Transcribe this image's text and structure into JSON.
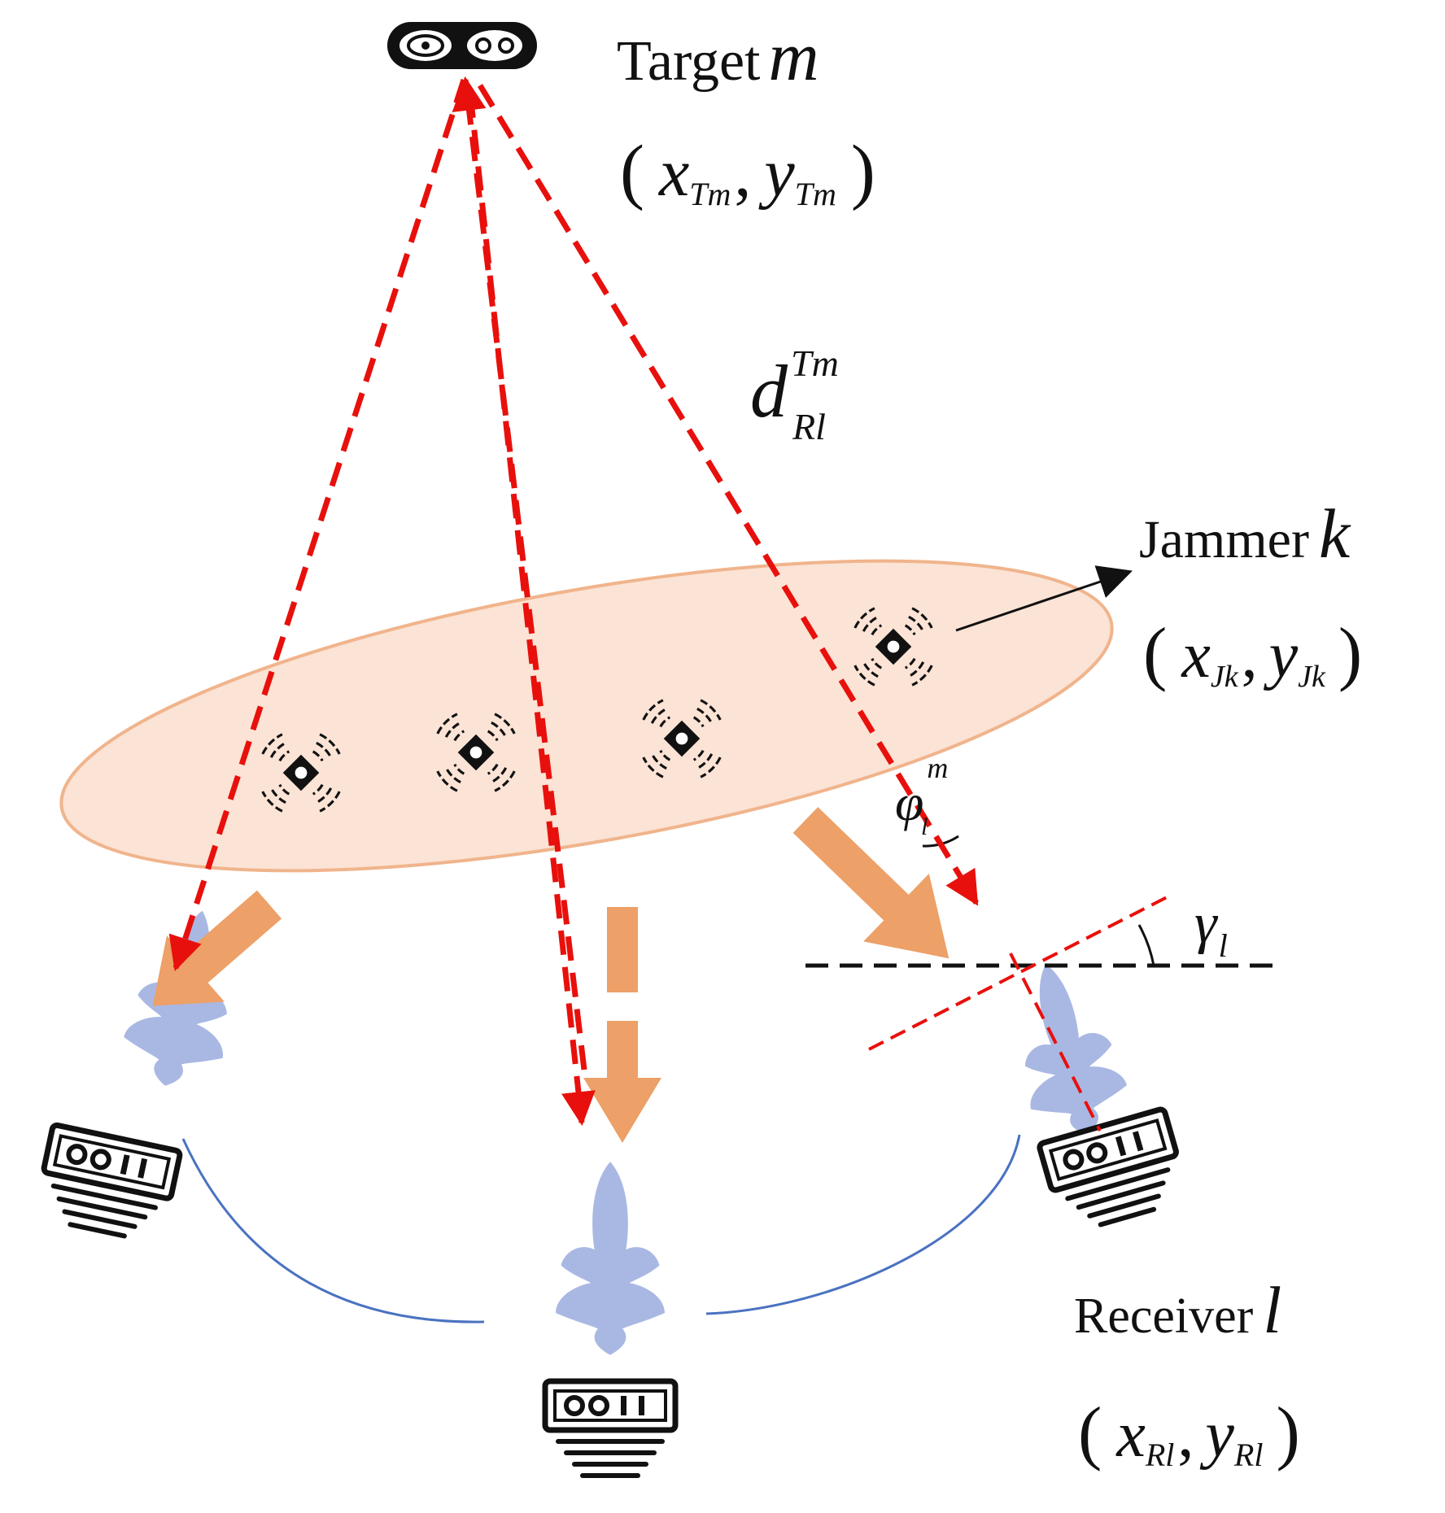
{
  "labels": {
    "target_word": "Target",
    "target_sym": "m",
    "target_coord": {
      "x": "x",
      "y": "y",
      "sub": "Tm"
    },
    "distance": {
      "base": "d",
      "sup": "Tm",
      "sub": "Rl"
    },
    "jammer_word": "Jammer",
    "jammer_sym": "k",
    "jammer_coord": {
      "x": "x",
      "y": "y",
      "sub": "Jk"
    },
    "angle_phi": {
      "base": "φ",
      "sup": "m",
      "sub": "l"
    },
    "angle_gamma": {
      "base": "γ",
      "sub": "l"
    },
    "receiver_word": "Receiver",
    "receiver_sym": "l",
    "receiver_coord": {
      "x": "x",
      "y": "y",
      "sub": "Rl"
    },
    "open_paren": "(",
    "close_paren": ")",
    "comma": ","
  },
  "colors": {
    "signal_line": "#e8100c",
    "jamming_arrow": "#eda067",
    "jammer_zone_fill": "#fbe3d5",
    "jammer_zone_stroke": "#f0b48c",
    "beam": "#a9b8e3",
    "link_curve": "#4a72c0",
    "reference_line": "#111111"
  },
  "icons": {
    "target": "target-drone-icon",
    "jammer": "jammer-drone-icon",
    "receiver": "receiver-radar-icon"
  }
}
